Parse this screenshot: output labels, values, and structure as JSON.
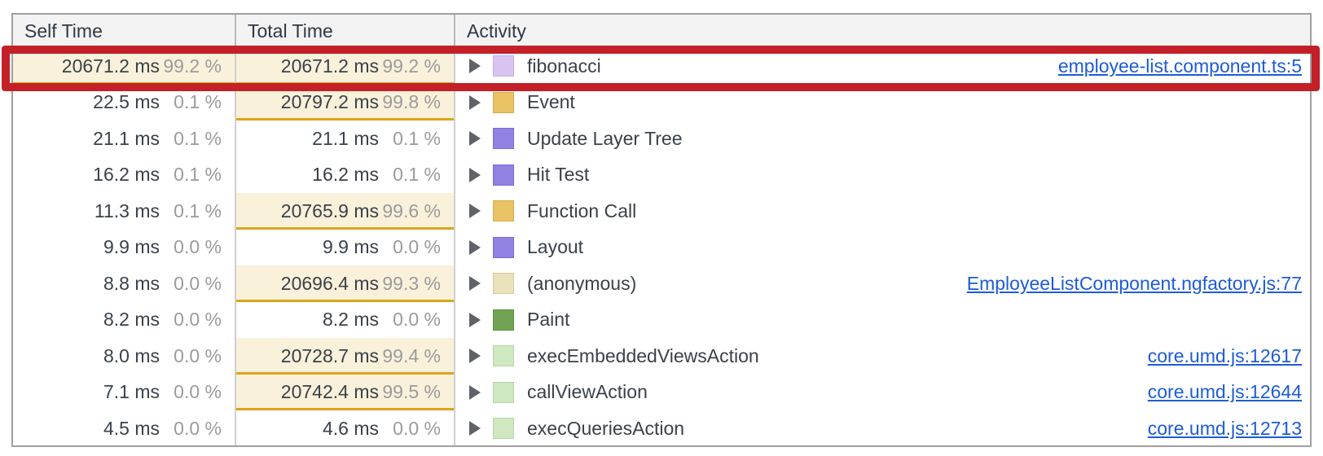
{
  "header": {
    "self_time": "Self Time",
    "total_time": "Total Time",
    "activity": "Activity"
  },
  "rows": [
    {
      "self_ms": "20671.2 ms",
      "self_pct": "99.2 %",
      "total_ms": "20671.2 ms",
      "total_pct": "99.2 %",
      "activity": "fibonacci",
      "link": "employee-list.component.ts:5",
      "self_hot": true,
      "total_hot": true,
      "hatched": true,
      "swatch": "#d9c4f1",
      "swatch_border": "#c4abe6",
      "swatch_name": "scripting-function-swatch"
    },
    {
      "self_ms": "22.5 ms",
      "self_pct": "0.1 %",
      "total_ms": "20797.2 ms",
      "total_pct": "99.8 %",
      "activity": "Event",
      "link": null,
      "self_hot": false,
      "total_hot": true,
      "hatched": true,
      "swatch": "#e9c366",
      "swatch_border": "#d7ac48",
      "swatch_name": "scripting-event-swatch"
    },
    {
      "self_ms": "21.1 ms",
      "self_pct": "0.1 %",
      "total_ms": "21.1 ms",
      "total_pct": "0.1 %",
      "activity": "Update Layer Tree",
      "link": null,
      "self_hot": false,
      "total_hot": false,
      "hatched": false,
      "swatch": "#9181e3",
      "swatch_border": "#7c6bd4",
      "swatch_name": "rendering-swatch"
    },
    {
      "self_ms": "16.2 ms",
      "self_pct": "0.1 %",
      "total_ms": "16.2 ms",
      "total_pct": "0.1 %",
      "activity": "Hit Test",
      "link": null,
      "self_hot": false,
      "total_hot": false,
      "hatched": false,
      "swatch": "#9181e3",
      "swatch_border": "#7c6bd4",
      "swatch_name": "rendering-swatch"
    },
    {
      "self_ms": "11.3 ms",
      "self_pct": "0.1 %",
      "total_ms": "20765.9 ms",
      "total_pct": "99.6 %",
      "activity": "Function Call",
      "link": null,
      "self_hot": false,
      "total_hot": true,
      "hatched": true,
      "swatch": "#e9c366",
      "swatch_border": "#d7ac48",
      "swatch_name": "scripting-event-swatch"
    },
    {
      "self_ms": "9.9 ms",
      "self_pct": "0.0 %",
      "total_ms": "9.9 ms",
      "total_pct": "0.0 %",
      "activity": "Layout",
      "link": null,
      "self_hot": false,
      "total_hot": false,
      "hatched": false,
      "swatch": "#9181e3",
      "swatch_border": "#7c6bd4",
      "swatch_name": "rendering-swatch"
    },
    {
      "self_ms": "8.8 ms",
      "self_pct": "0.0 %",
      "total_ms": "20696.4 ms",
      "total_pct": "99.3 %",
      "activity": "(anonymous)",
      "link": "EmployeeListComponent.ngfactory.js:77",
      "self_hot": false,
      "total_hot": true,
      "hatched": true,
      "swatch": "#eae1bd",
      "swatch_border": "#d6ca9c",
      "swatch_name": "scripting-anonymous-swatch"
    },
    {
      "self_ms": "8.2 ms",
      "self_pct": "0.0 %",
      "total_ms": "8.2 ms",
      "total_pct": "0.0 %",
      "activity": "Paint",
      "link": null,
      "self_hot": false,
      "total_hot": false,
      "hatched": false,
      "swatch": "#70a452",
      "swatch_border": "#5d8f42",
      "swatch_name": "painting-swatch"
    },
    {
      "self_ms": "8.0 ms",
      "self_pct": "0.0 %",
      "total_ms": "20728.7 ms",
      "total_pct": "99.4 %",
      "activity": "execEmbeddedViewsAction",
      "link": "core.umd.js:12617",
      "self_hot": false,
      "total_hot": true,
      "hatched": true,
      "swatch": "#cfe8c2",
      "swatch_border": "#b4d6a1",
      "swatch_name": "painting-light-swatch"
    },
    {
      "self_ms": "7.1 ms",
      "self_pct": "0.0 %",
      "total_ms": "20742.4 ms",
      "total_pct": "99.5 %",
      "activity": "callViewAction",
      "link": "core.umd.js:12644",
      "self_hot": false,
      "total_hot": true,
      "hatched": true,
      "swatch": "#cfe8c2",
      "swatch_border": "#b4d6a1",
      "swatch_name": "painting-light-swatch"
    },
    {
      "self_ms": "4.5 ms",
      "self_pct": "0.0 %",
      "total_ms": "4.6 ms",
      "total_pct": "0.0 %",
      "activity": "execQueriesAction",
      "link": "core.umd.js:12713",
      "self_hot": false,
      "total_hot": false,
      "hatched": true,
      "swatch": "#cfe8c2",
      "swatch_border": "#b4d6a1",
      "swatch_name": "painting-light-swatch"
    }
  ],
  "colors": {
    "annotation_red": "#c32028",
    "hot_cell_background": "#faf1db",
    "hot_cell_underline": "#dba41b",
    "link_blue": "#1d5cd6",
    "header_background": "#f3f3f3",
    "grid_border": "#a0a0a0",
    "percent_gray": "#9b9b9b",
    "text_dark": "#3a4149"
  },
  "annotation": {
    "type": "highlight-box",
    "target_row": "fibonacci"
  }
}
